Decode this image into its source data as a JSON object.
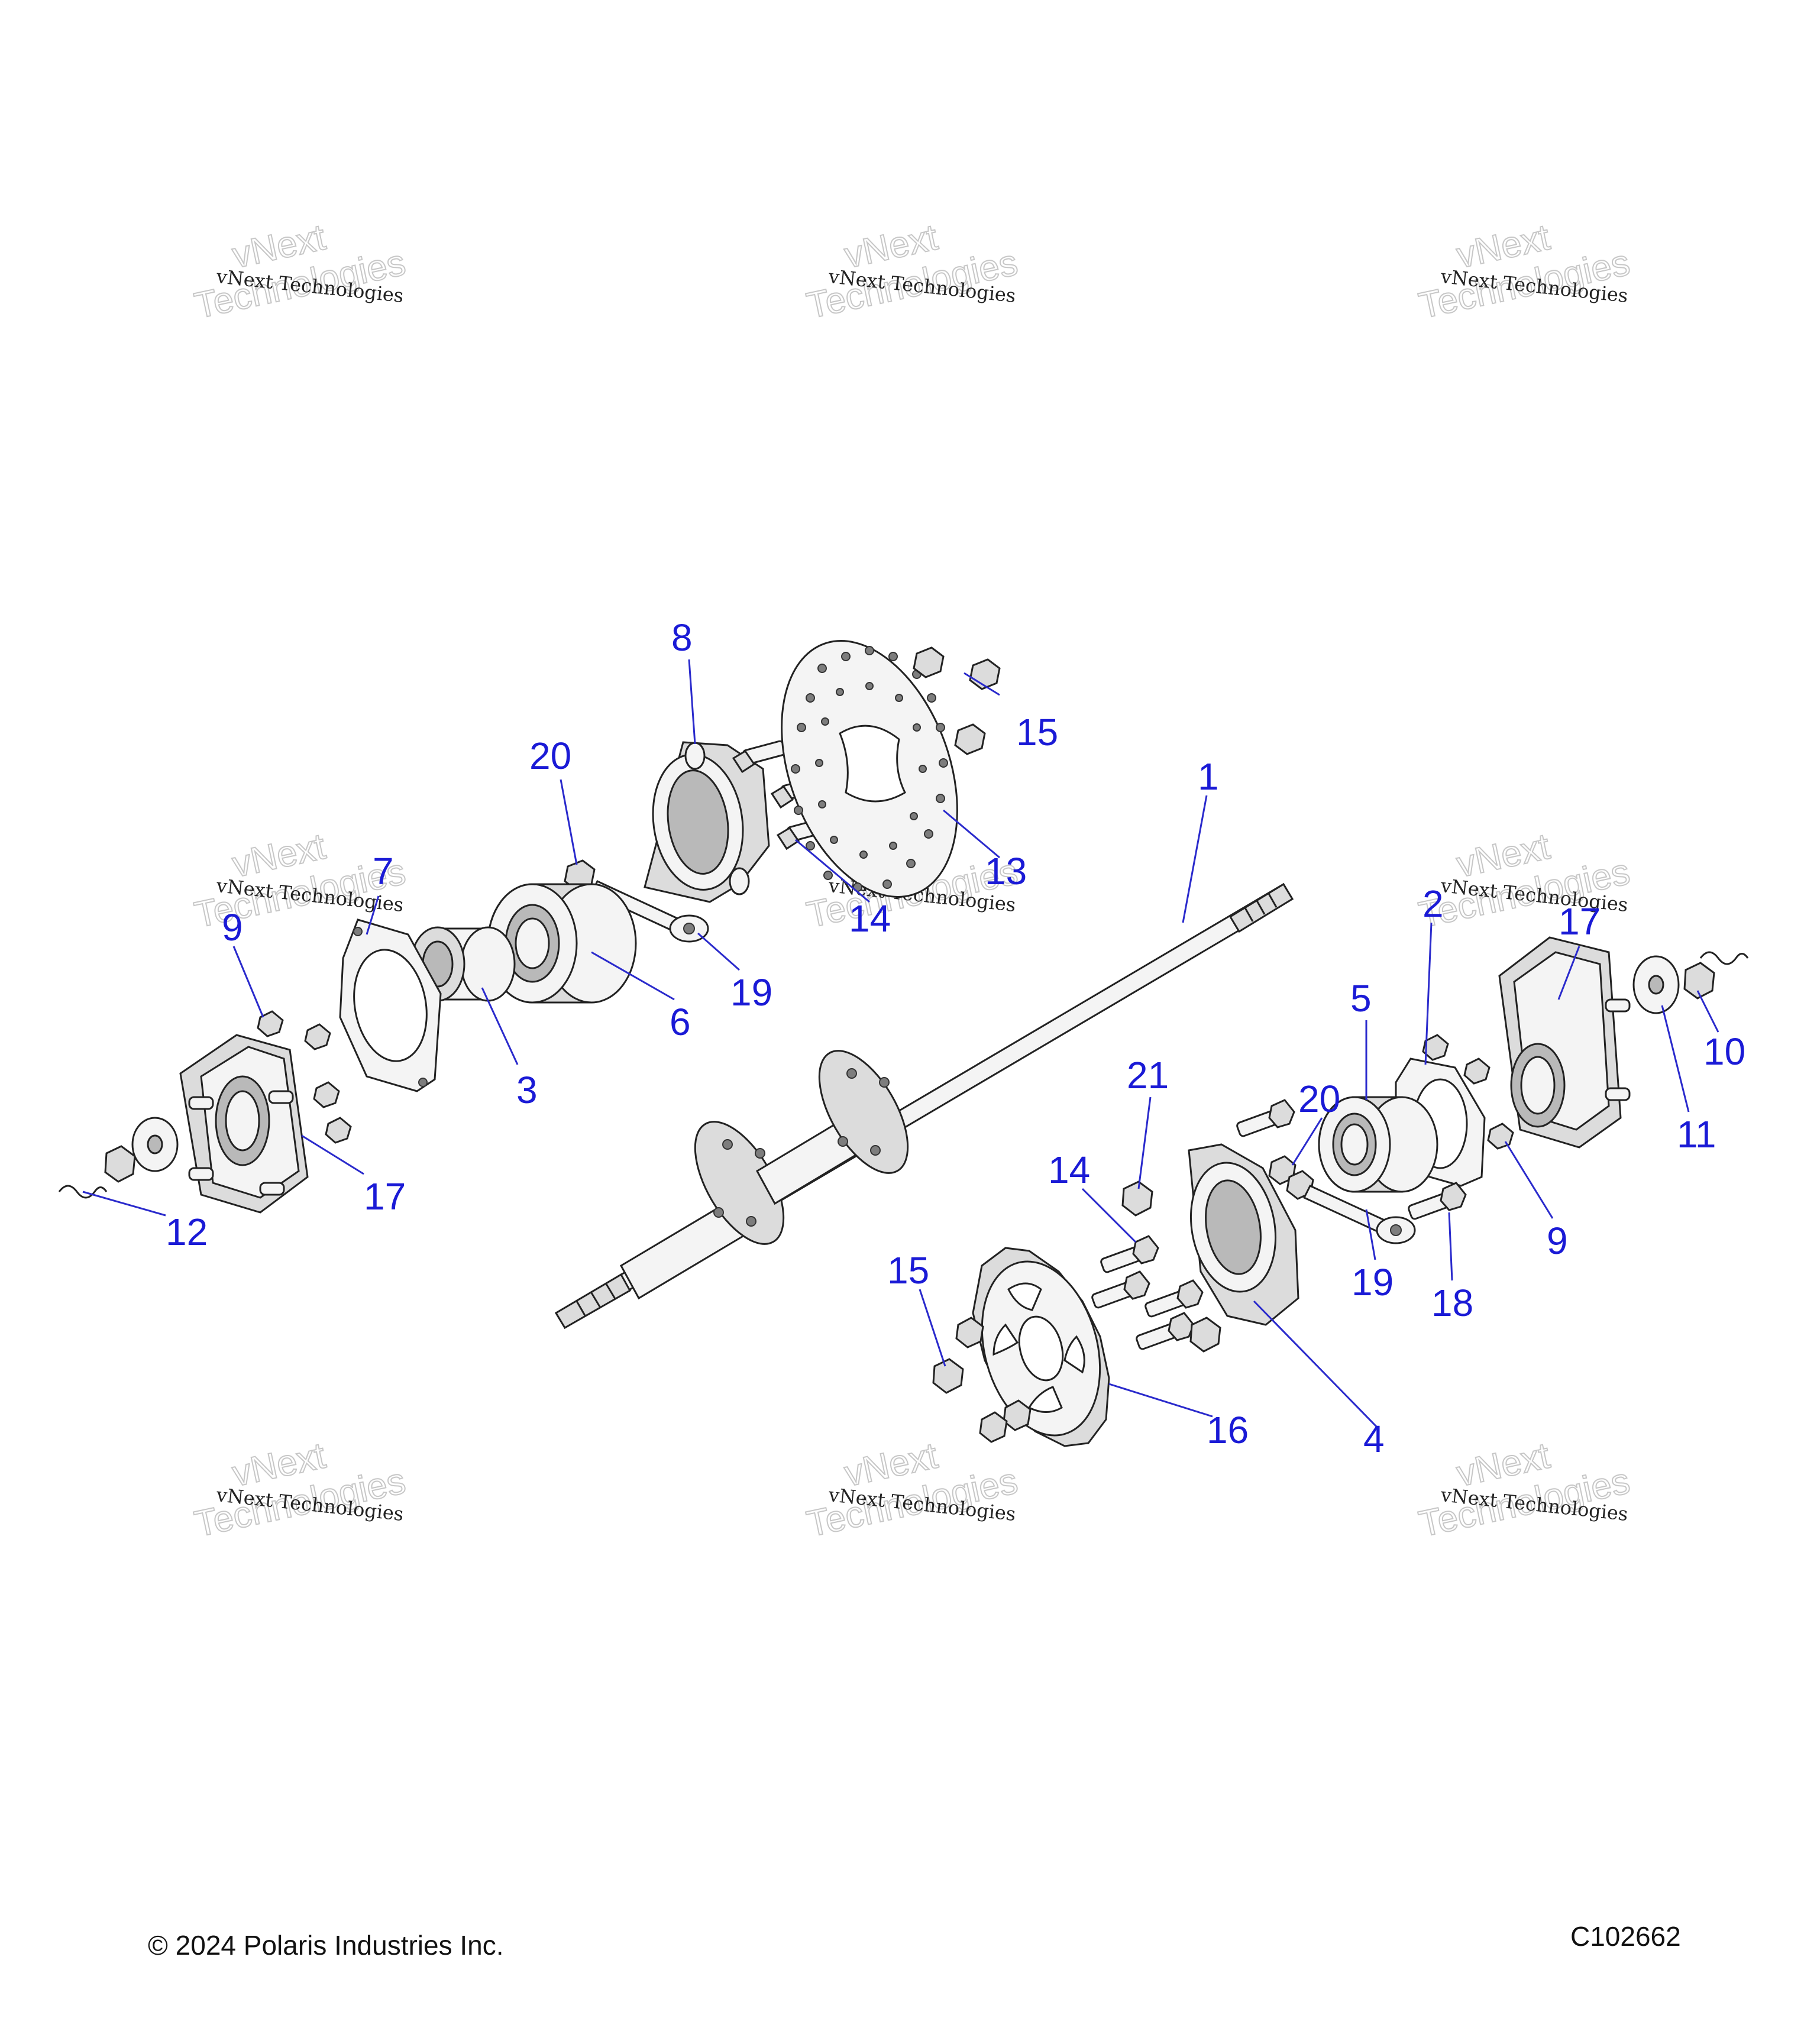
{
  "callouts": [
    {
      "id": "c8",
      "label": "8"
    },
    {
      "id": "c15a",
      "label": "15"
    },
    {
      "id": "c20a",
      "label": "20"
    },
    {
      "id": "c1",
      "label": "1"
    },
    {
      "id": "c7",
      "label": "7"
    },
    {
      "id": "c13",
      "label": "13"
    },
    {
      "id": "c14a",
      "label": "14"
    },
    {
      "id": "c2",
      "label": "2"
    },
    {
      "id": "c17a",
      "label": "17"
    },
    {
      "id": "c9a",
      "label": "9"
    },
    {
      "id": "c19a",
      "label": "19"
    },
    {
      "id": "c6",
      "label": "6"
    },
    {
      "id": "c5",
      "label": "5"
    },
    {
      "id": "c10",
      "label": "10"
    },
    {
      "id": "c3",
      "label": "3"
    },
    {
      "id": "c21",
      "label": "21"
    },
    {
      "id": "c20b",
      "label": "20"
    },
    {
      "id": "c11",
      "label": "11"
    },
    {
      "id": "c17b",
      "label": "17"
    },
    {
      "id": "c14b",
      "label": "14"
    },
    {
      "id": "c12",
      "label": "12"
    },
    {
      "id": "c9b",
      "label": "9"
    },
    {
      "id": "c19b",
      "label": "19"
    },
    {
      "id": "c15b",
      "label": "15"
    },
    {
      "id": "c18",
      "label": "18"
    },
    {
      "id": "c16",
      "label": "16"
    },
    {
      "id": "c4",
      "label": "4"
    }
  ],
  "watermark": {
    "brand": "vNext Technologies",
    "line1": "vNext",
    "line2": "Technologies"
  },
  "footer": {
    "copyright": "© 2024 Polaris Industries Inc.",
    "code": "C102662"
  }
}
